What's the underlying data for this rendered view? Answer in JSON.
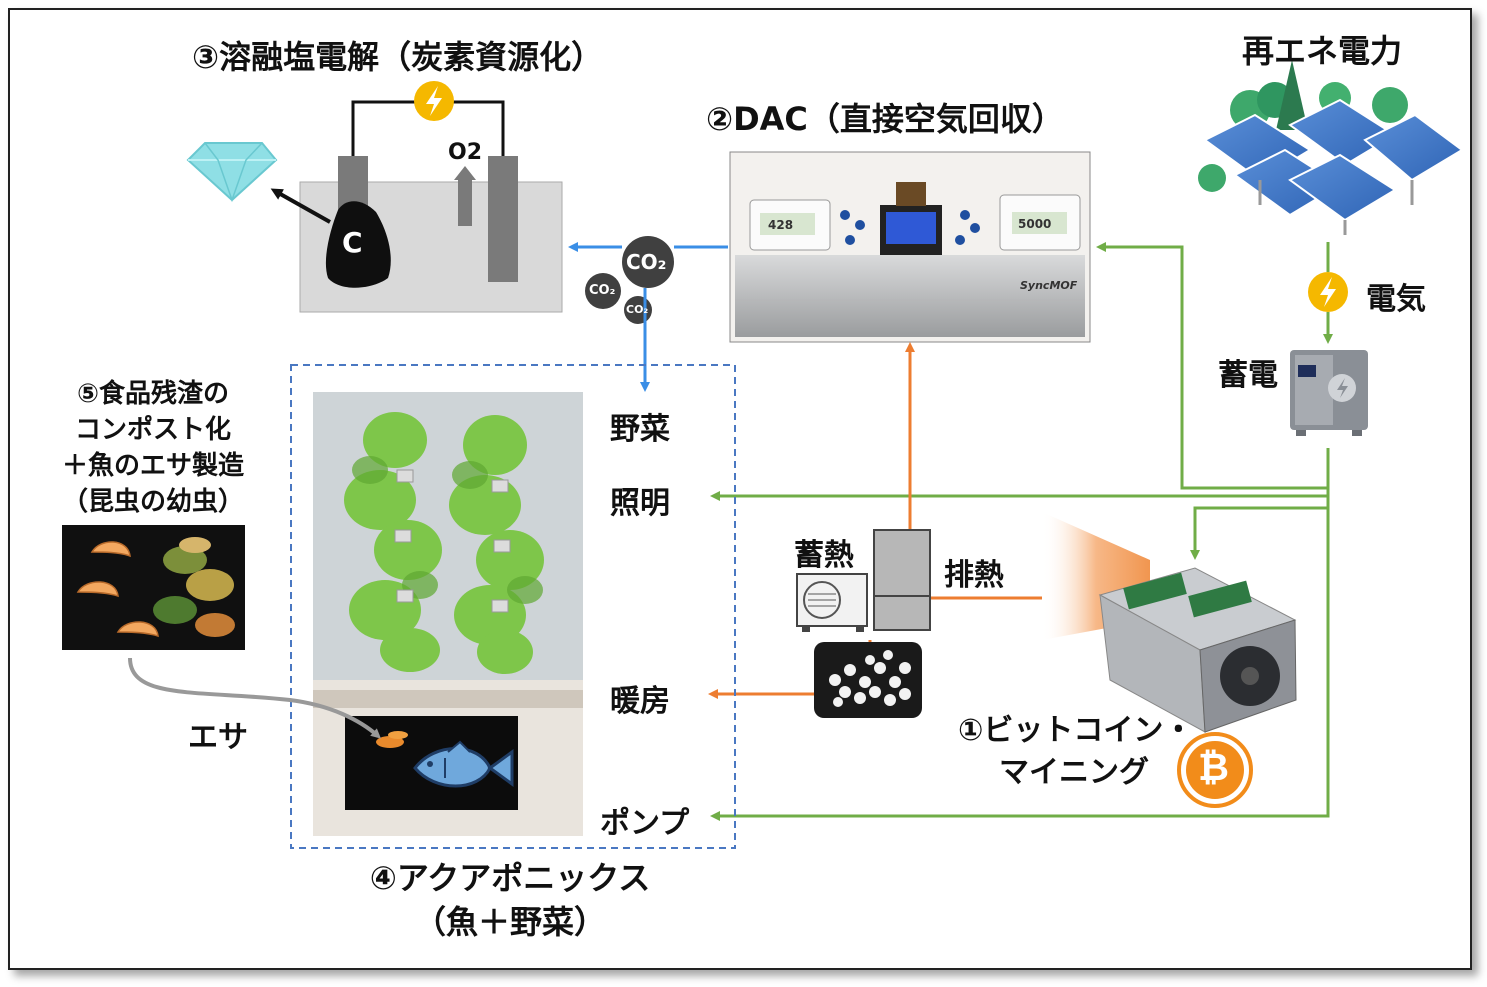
{
  "labels": {
    "electrolysis_title": "③溶融塩電解（炭素資源化）",
    "dac_title": "②DAC（直接空気回収）",
    "renewable_title": "再エネ電力",
    "electricity": "電気",
    "storage": "蓄電",
    "vegetables": "野菜",
    "lighting": "照明",
    "heat_storage": "蓄熱",
    "waste_heat": "排熱",
    "heating": "暖房",
    "pump": "ポンプ",
    "feed": "エサ",
    "compost_title": [
      "⑤食品残渣の",
      "コンポスト化",
      "＋魚のエサ製造",
      "（昆虫の幼虫）"
    ],
    "bitcoin_title": [
      "①ビットコイン・",
      "マイニング"
    ],
    "aquaponics_title": [
      "④アクアポニックス",
      "（魚＋野菜）"
    ],
    "o2": "O2",
    "carbon": "C",
    "co2_main": "CO₂",
    "co2_small_a": "CO₂",
    "co2_small_b": "CO₂",
    "syncmof": "SyncMOF",
    "dac_display_left": "428",
    "dac_display_right": "5000",
    "bitcoin_symbol": "₿"
  },
  "colors": {
    "green_arrow": "#70ad47",
    "orange_arrow": "#ed7d31",
    "blue_arrow": "#3a8ee6",
    "dashed_box": "#4a78c2",
    "lightning": "#f5b800",
    "bitcoin_orange": "#f28c1a"
  },
  "icons": [
    "diamond-icon",
    "lightning-icon",
    "solar-panel-icon",
    "battery-icon",
    "fish-icon",
    "bitcoin-icon",
    "heat-pump-icon",
    "tree-icon"
  ]
}
